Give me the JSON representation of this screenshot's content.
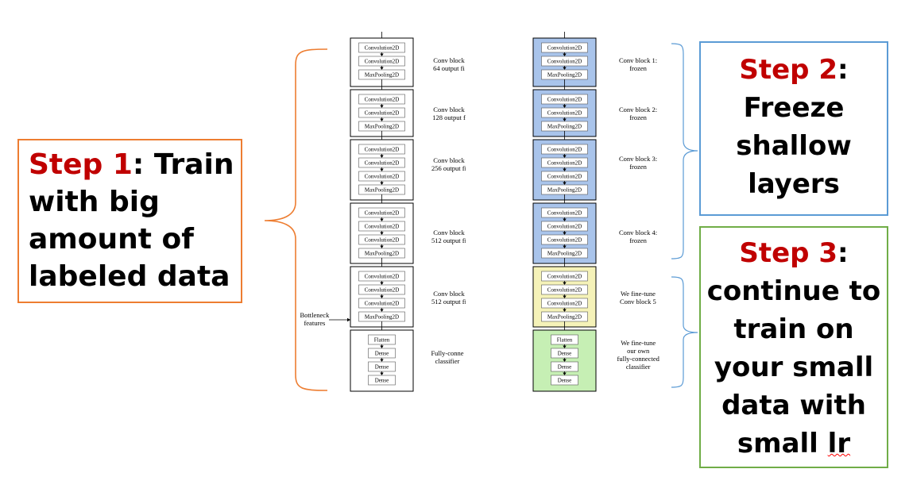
{
  "step1": {
    "step": "Step 1",
    "rest": ": Train",
    "lines": [
      "with big",
      "amount of",
      "labeled data"
    ]
  },
  "step2": {
    "step": "Step 2",
    "rest": ":",
    "lines": [
      "Freeze",
      "shallow",
      "layers"
    ]
  },
  "step3": {
    "step": "Step 3",
    "rest": ":",
    "lines": [
      "continue to",
      "train on",
      "your small",
      "data with"
    ],
    "last_prefix": "small ",
    "last_word": "lr"
  },
  "layers": {
    "conv": "Convolution2D",
    "pool": "MaxPooling2D",
    "flatten": "Flatten",
    "dense": "Dense"
  },
  "bottleneck": [
    "Bottleneck",
    "features"
  ],
  "left_labels": [
    [
      "Conv block",
      "64 output fi"
    ],
    [
      "Conv block",
      "128 output f"
    ],
    [
      "Conv block",
      "256 output fi"
    ],
    [
      "Conv block",
      "512 output fi"
    ],
    [
      "Conv block",
      "512 output fi"
    ],
    [
      "Fully-conne",
      "classifier"
    ]
  ],
  "right_labels": [
    [
      "Conv block 1:",
      "frozen"
    ],
    [
      "Conv block 2:",
      "frozen"
    ],
    [
      "Conv block 3:",
      "frozen"
    ],
    [
      "Conv block 4:",
      "frozen"
    ],
    [
      "We fine-tune",
      "Conv block 5"
    ],
    [
      "We fine-tune",
      "our own",
      "fully-connected",
      "classifier"
    ]
  ],
  "colors": {
    "step_red": "#c00000",
    "orange": "#ed7d31",
    "blue": "#5b9bd5",
    "green": "#70ad47",
    "frozen_fill": "#a9c4eb",
    "finetune_fill": "#f5f2b8",
    "classifier_fill": "#c6efb4"
  }
}
